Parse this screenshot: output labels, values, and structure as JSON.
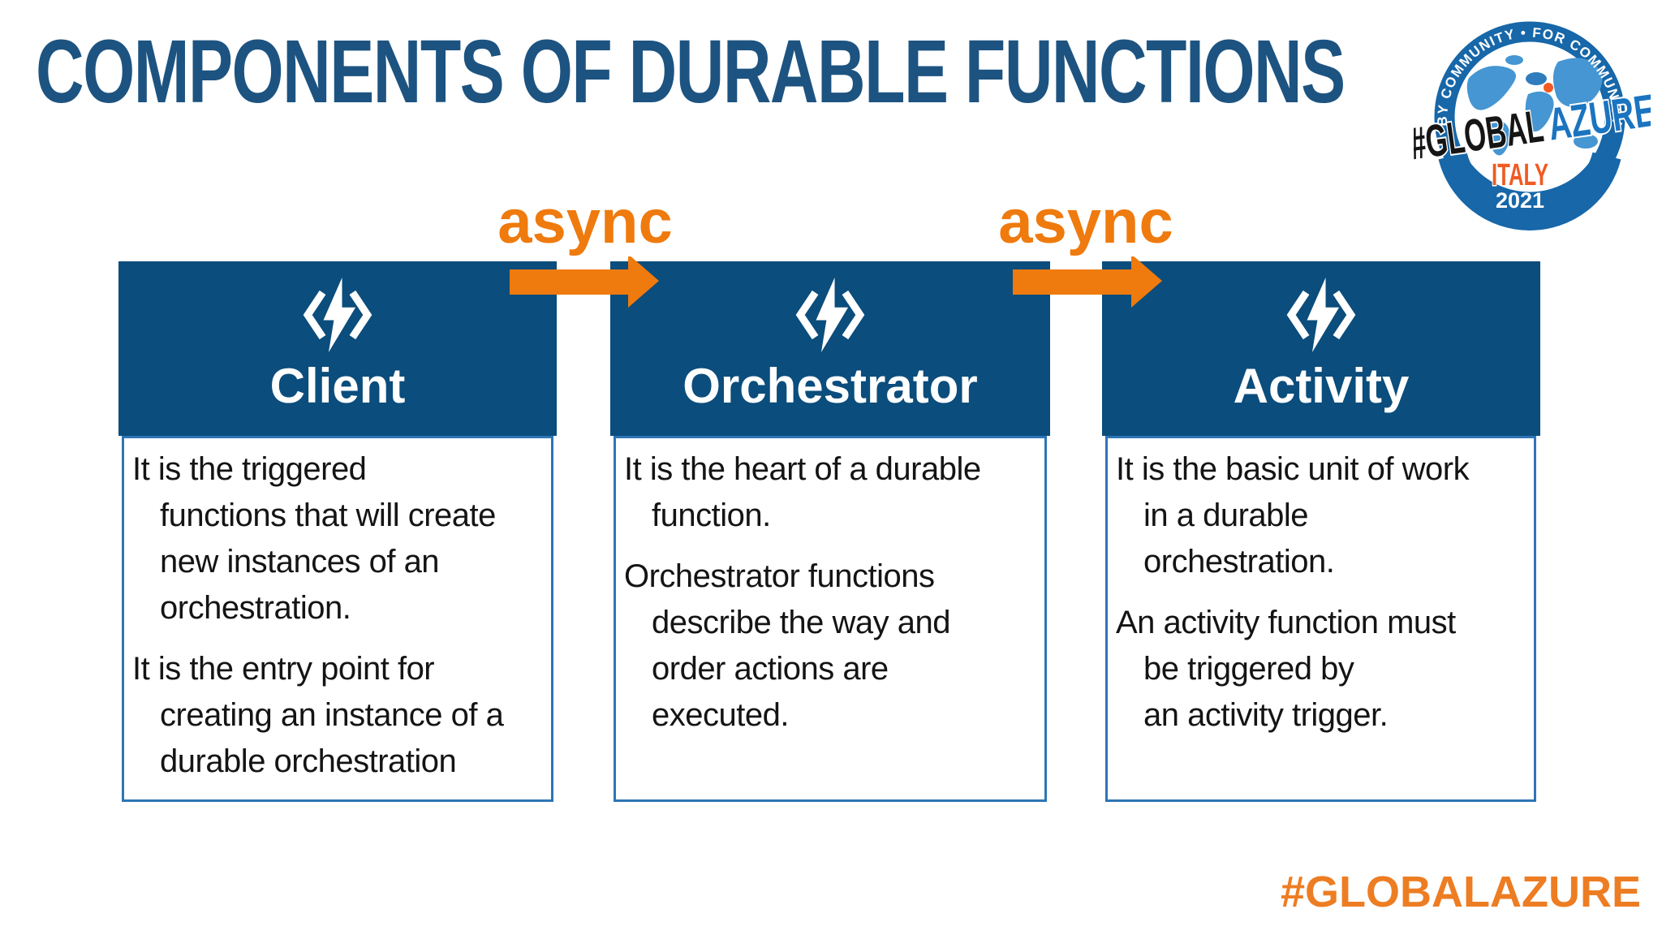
{
  "title": "COMPONENTS OF DURABLE FUNCTIONS",
  "flow": {
    "async1": "async",
    "async2": "async"
  },
  "boxes": [
    {
      "title": "Client",
      "icon": "azure-function-lightning-icon",
      "paragraphs": [
        [
          "It is the triggered",
          "functions that will create",
          "new instances of an",
          "orchestration."
        ],
        [
          "It is the entry point for",
          "creating an instance of a",
          "durable orchestration"
        ]
      ]
    },
    {
      "title": "Orchestrator",
      "icon": "azure-function-lightning-icon",
      "paragraphs": [
        [
          "It is the heart of a durable",
          "function."
        ],
        [
          "Orchestrator functions",
          "describe the way and",
          "order actions are",
          "executed."
        ]
      ]
    },
    {
      "title": "Activity",
      "icon": "azure-function-lightning-icon",
      "paragraphs": [
        [
          "It is the basic unit of work",
          "in a durable",
          "orchestration."
        ],
        [
          "An activity function must",
          "be triggered by",
          "an activity trigger."
        ]
      ]
    }
  ],
  "logo": {
    "arc_text": "• BY COMMUNITY • FOR COMMUNITY •",
    "word_black": "#GLOBAL",
    "word_blue": "AZURE",
    "country": "ITALY",
    "year": "2021"
  },
  "hashtag": "#GLOBALAZURE",
  "colors": {
    "header_blue": "#0b4d7c",
    "title_blue": "#1d5380",
    "body_border_blue": "#2e75b6",
    "arrow_orange": "#ef7a0e",
    "hashtag_orange": "#ed7d23",
    "logo_ring_blue": "#1767a9",
    "logo_map_blue": "#4596d2",
    "logo_italy_orange": "#f15a22",
    "body_text": "#141414",
    "background": "#ffffff"
  }
}
